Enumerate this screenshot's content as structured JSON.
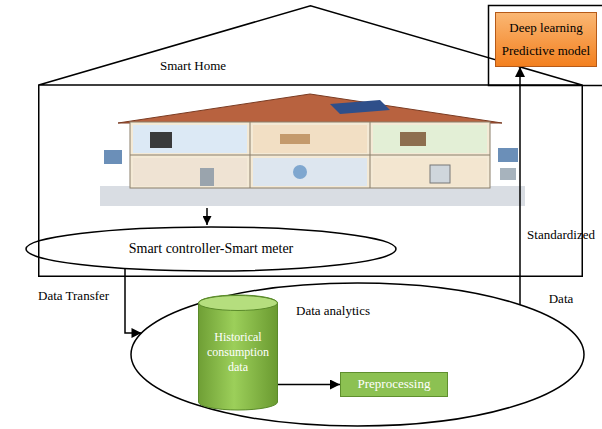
{
  "diagram": {
    "nodes": [
      {
        "text": [
          "Smart Home"
        ]
      },
      {
        "text": [
          "Smart controller-Smart meter"
        ],
        "in": 0
      },
      {
        "text": [
          "Data analytics"
        ]
      },
      {
        "text": [
          "Historical consumption data"
        ],
        "in": 2
      },
      {
        "text": [
          "Preprocessing"
        ],
        "in": 2
      },
      {
        "text": [
          "Deep learning Predictive model"
        ]
      }
    ],
    "edges": [
      {
        "from": 1,
        "to": 2,
        "label": "Data Transfer",
        "arrow": "to"
      },
      {
        "from": 3,
        "to": 4,
        "arrow": "to"
      },
      {
        "from": 2,
        "to": 5,
        "label": "Standardized Data",
        "arrow": "to"
      }
    ]
  }
}
